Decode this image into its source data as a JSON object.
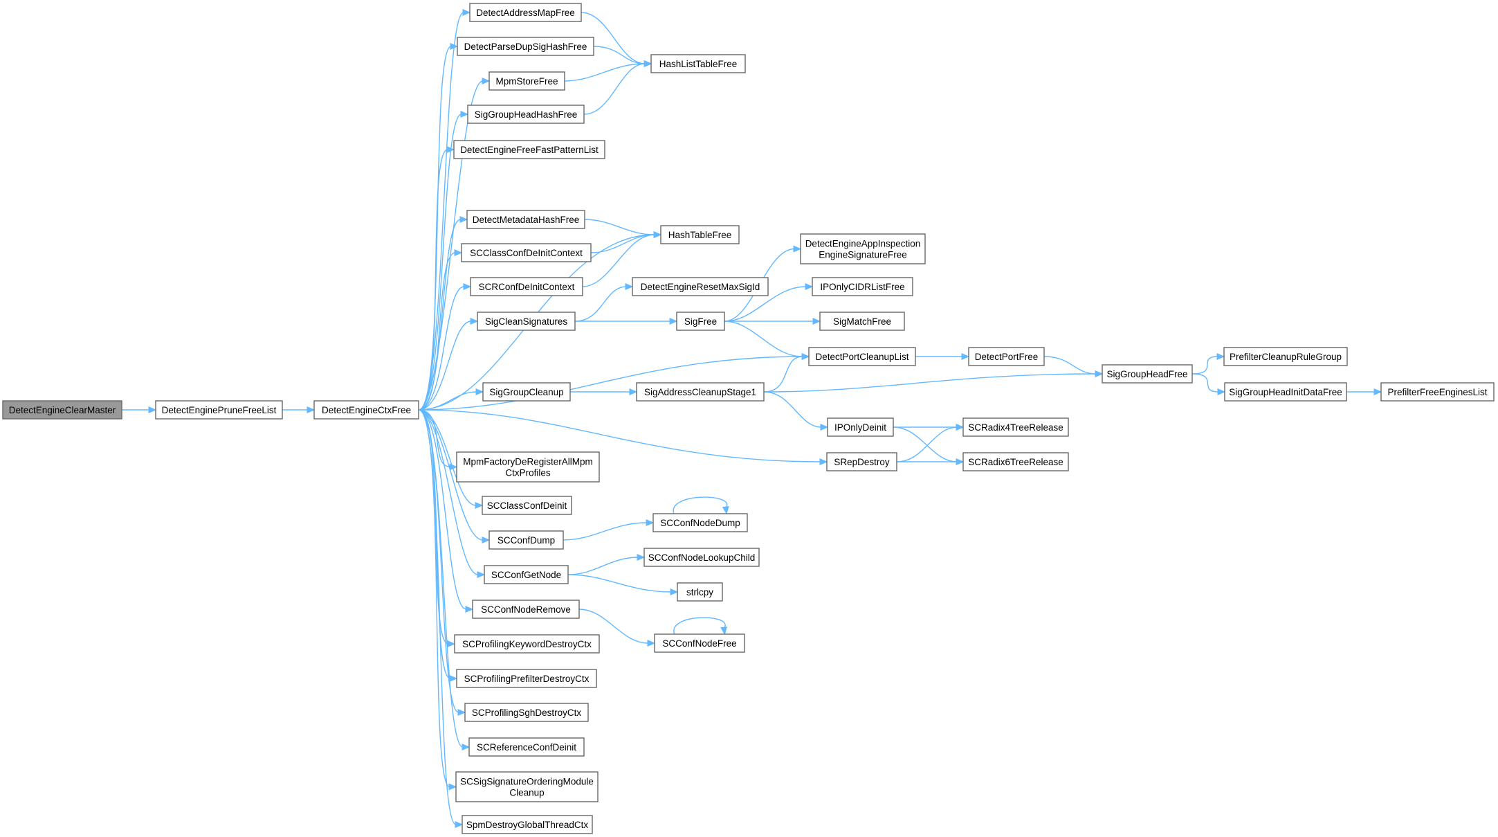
{
  "nodes": [
    {
      "id": "n0",
      "label": "DetectEngineClearMaster",
      "root": true
    },
    {
      "id": "n1",
      "label": "DetectEnginePruneFreeList"
    },
    {
      "id": "n2",
      "label": "DetectEngineCtxFree"
    },
    {
      "id": "n3",
      "label": "DetectAddressMapFree"
    },
    {
      "id": "n4",
      "label": "DetectParseDupSigHashFree"
    },
    {
      "id": "n5",
      "label": "MpmStoreFree"
    },
    {
      "id": "n6",
      "label": "SigGroupHeadHashFree"
    },
    {
      "id": "n7",
      "label": "DetectEngineFreeFastPatternList"
    },
    {
      "id": "n8",
      "label": "DetectMetadataHashFree"
    },
    {
      "id": "n9",
      "label": "SCClassConfDeInitContext"
    },
    {
      "id": "n10",
      "label": "SCRConfDeInitContext"
    },
    {
      "id": "n11",
      "label": "SigCleanSignatures"
    },
    {
      "id": "n12",
      "label": "SigGroupCleanup"
    },
    {
      "id": "n13",
      "label": [
        "MpmFactoryDeRegisterAllMpm",
        "CtxProfiles"
      ]
    },
    {
      "id": "n14",
      "label": "SCClassConfDeinit"
    },
    {
      "id": "n15",
      "label": "SCConfDump"
    },
    {
      "id": "n16",
      "label": "SCConfGetNode"
    },
    {
      "id": "n17",
      "label": "SCConfNodeRemove"
    },
    {
      "id": "n18",
      "label": "SCProfilingKeywordDestroyCtx"
    },
    {
      "id": "n19",
      "label": "SCProfilingPrefilterDestroyCtx"
    },
    {
      "id": "n20",
      "label": "SCProfilingSghDestroyCtx"
    },
    {
      "id": "n21",
      "label": "SCReferenceConfDeinit"
    },
    {
      "id": "n22",
      "label": [
        "SCSigSignatureOrderingModule",
        "Cleanup"
      ]
    },
    {
      "id": "n23",
      "label": "SpmDestroyGlobalThreadCtx"
    },
    {
      "id": "n24",
      "label": "HashListTableFree"
    },
    {
      "id": "n25",
      "label": "HashTableFree"
    },
    {
      "id": "n26",
      "label": "DetectEngineResetMaxSigId"
    },
    {
      "id": "n27",
      "label": "SigFree"
    },
    {
      "id": "n28",
      "label": "SigAddressCleanupStage1"
    },
    {
      "id": "n29",
      "label": "SCConfNodeDump"
    },
    {
      "id": "n30",
      "label": "SCConfNodeLookupChild"
    },
    {
      "id": "n31",
      "label": "strlcpy"
    },
    {
      "id": "n32",
      "label": "SCConfNodeFree"
    },
    {
      "id": "n33",
      "label": [
        "DetectEngineAppInspection",
        "EngineSignatureFree"
      ]
    },
    {
      "id": "n34",
      "label": "IPOnlyCIDRListFree"
    },
    {
      "id": "n35",
      "label": "SigMatchFree"
    },
    {
      "id": "n36",
      "label": "DetectPortCleanupList"
    },
    {
      "id": "n37",
      "label": "IPOnlyDeinit"
    },
    {
      "id": "n38",
      "label": "SRepDestroy"
    },
    {
      "id": "n39",
      "label": "DetectPortFree"
    },
    {
      "id": "n40",
      "label": "SCRadix4TreeRelease"
    },
    {
      "id": "n41",
      "label": "SCRadix6TreeRelease"
    },
    {
      "id": "n42",
      "label": "SigGroupHeadFree"
    },
    {
      "id": "n43",
      "label": "PrefilterCleanupRuleGroup"
    },
    {
      "id": "n44",
      "label": "SigGroupHeadInitDataFree"
    },
    {
      "id": "n45",
      "label": "PrefilterFreeEnginesList"
    }
  ],
  "edges": [
    [
      "n0",
      "n1"
    ],
    [
      "n1",
      "n2"
    ],
    [
      "n2",
      "n3"
    ],
    [
      "n2",
      "n4"
    ],
    [
      "n2",
      "n5"
    ],
    [
      "n2",
      "n6"
    ],
    [
      "n2",
      "n7"
    ],
    [
      "n2",
      "n25"
    ],
    [
      "n2",
      "n8"
    ],
    [
      "n2",
      "n9"
    ],
    [
      "n2",
      "n10"
    ],
    [
      "n2",
      "n11"
    ],
    [
      "n2",
      "n36"
    ],
    [
      "n2",
      "n12"
    ],
    [
      "n2",
      "n38"
    ],
    [
      "n2",
      "n13"
    ],
    [
      "n2",
      "n14"
    ],
    [
      "n2",
      "n15"
    ],
    [
      "n2",
      "n16"
    ],
    [
      "n2",
      "n17"
    ],
    [
      "n2",
      "n18"
    ],
    [
      "n2",
      "n19"
    ],
    [
      "n2",
      "n20"
    ],
    [
      "n2",
      "n21"
    ],
    [
      "n2",
      "n22"
    ],
    [
      "n2",
      "n23"
    ],
    [
      "n3",
      "n24"
    ],
    [
      "n4",
      "n24"
    ],
    [
      "n5",
      "n24"
    ],
    [
      "n6",
      "n24"
    ],
    [
      "n8",
      "n25"
    ],
    [
      "n9",
      "n25"
    ],
    [
      "n10",
      "n25"
    ],
    [
      "n11",
      "n26"
    ],
    [
      "n11",
      "n27"
    ],
    [
      "n27",
      "n33"
    ],
    [
      "n27",
      "n34"
    ],
    [
      "n27",
      "n35"
    ],
    [
      "n27",
      "n36"
    ],
    [
      "n12",
      "n28"
    ],
    [
      "n28",
      "n36"
    ],
    [
      "n28",
      "n42"
    ],
    [
      "n28",
      "n37"
    ],
    [
      "n36",
      "n39"
    ],
    [
      "n39",
      "n42"
    ],
    [
      "n42",
      "n43"
    ],
    [
      "n42",
      "n44"
    ],
    [
      "n44",
      "n45"
    ],
    [
      "n37",
      "n40"
    ],
    [
      "n37",
      "n41"
    ],
    [
      "n38",
      "n40"
    ],
    [
      "n38",
      "n41"
    ],
    [
      "n15",
      "n29"
    ],
    [
      "n29",
      "n29"
    ],
    [
      "n16",
      "n30"
    ],
    [
      "n16",
      "n31"
    ],
    [
      "n17",
      "n32"
    ],
    [
      "n32",
      "n32"
    ]
  ]
}
